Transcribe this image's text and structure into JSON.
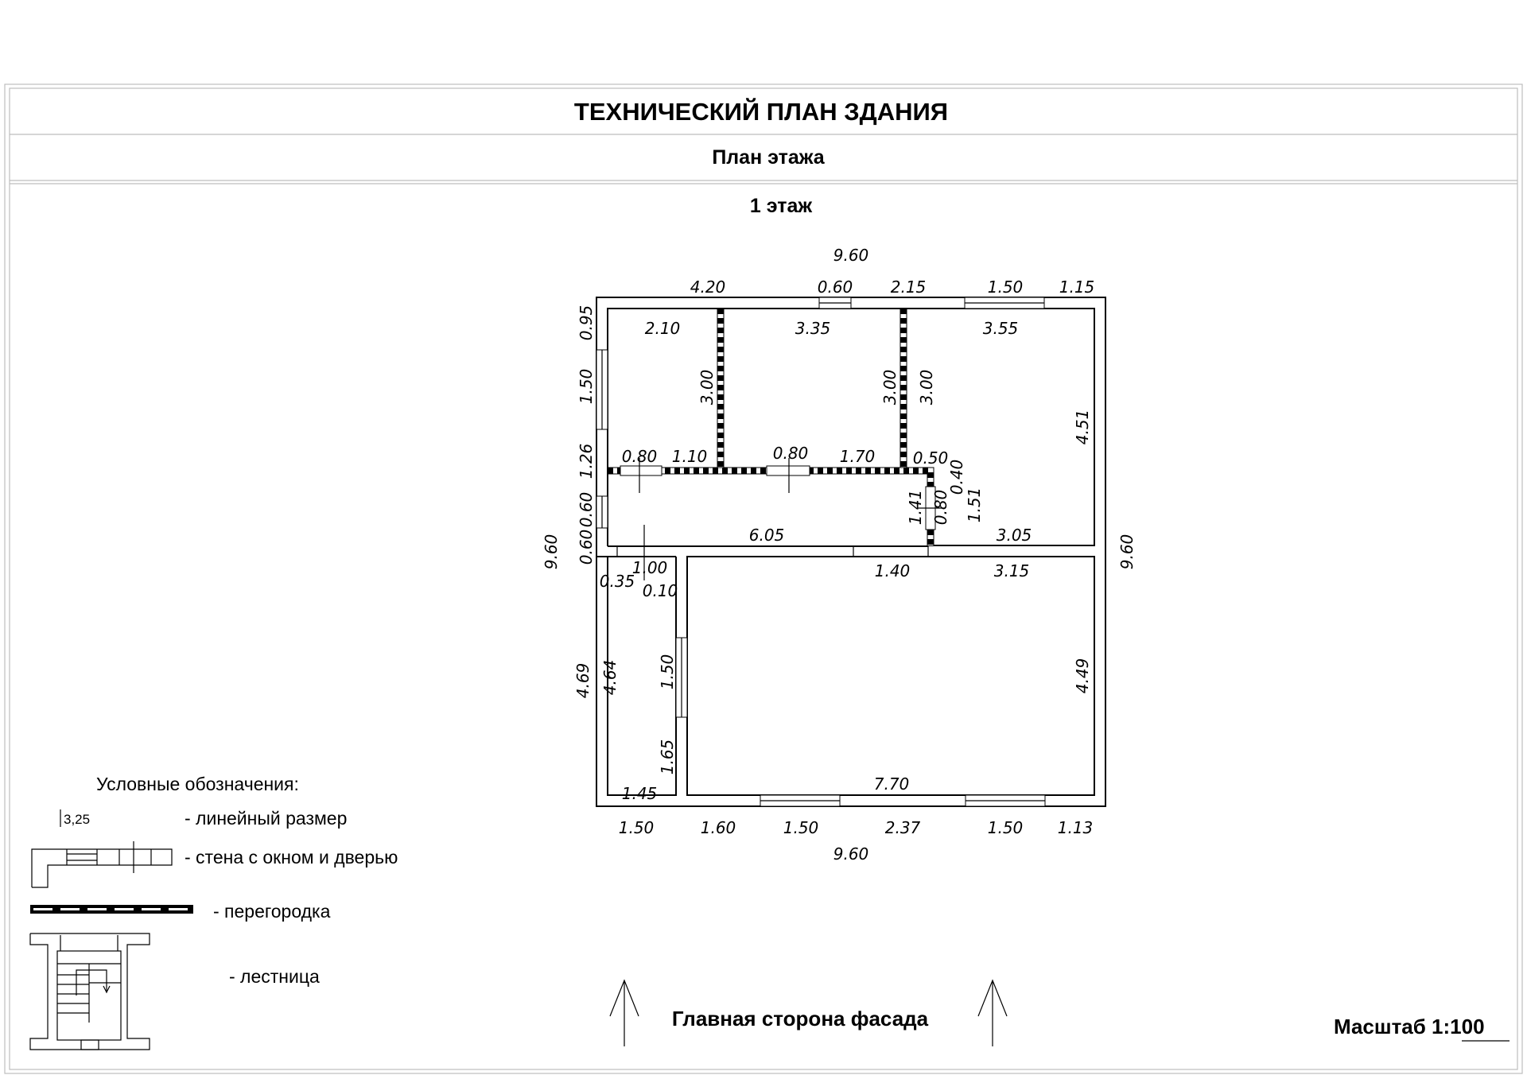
{
  "header": {
    "title": "ТЕХНИЧЕСКИЙ ПЛАН ЗДАНИЯ",
    "subtitle": "План этажа",
    "floor": "1 этаж"
  },
  "dimensions": {
    "total_top": "9.60",
    "total_bottom": "9.60",
    "total_left": "9.60",
    "total_right": "9.60",
    "top_420": "4.20",
    "top_060": "0.60",
    "top_215": "2.15",
    "top_150": "1.50",
    "top_115": "1.15",
    "room1_w": "2.10",
    "room2_w": "3.35",
    "room3_w": "3.55",
    "room1_h": "3.00",
    "room2_h": "3.00",
    "room3_h_a": "3.00",
    "room3_h_b": "4.51",
    "left_095": "0.95",
    "left_150": "1.50",
    "left_126": "1.26",
    "left_060a": "0.60",
    "left_060b": "0.60",
    "door_080a": "0.80",
    "seg_110": "1.10",
    "door_080b": "0.80",
    "seg_170": "1.70",
    "seg_050": "0.50",
    "seg_040": "0.40",
    "seg_151": "1.51",
    "seg_141": "1.41",
    "seg_080v": "0.80",
    "hall_w": "6.05",
    "right_305": "3.05",
    "door_100": "1.00",
    "seg_035": "0.35",
    "seg_010": "0.10",
    "seg_140": "1.40",
    "seg_315": "3.15",
    "left_469": "4.69",
    "left_464": "4.64",
    "win_150v": "1.50",
    "seg_165": "1.65",
    "big_449": "4.49",
    "bottom_145": "1.45",
    "big_770": "7.70",
    "bot_150a": "1.50",
    "bot_160": "1.60",
    "bot_150b": "1.50",
    "bot_237": "2.37",
    "bot_150c": "1.50",
    "bot_113": "1.13"
  },
  "legend": {
    "title": "Условные обозначения:",
    "sample_size": "3,25",
    "linear_size": "- линейный размер",
    "wall_window_door": "- стена с окном и дверью",
    "partition": "- перегородка",
    "stairs": "- лестница"
  },
  "footer": {
    "facade": "Главная сторона фасада",
    "scale": "Масштаб 1:100"
  }
}
